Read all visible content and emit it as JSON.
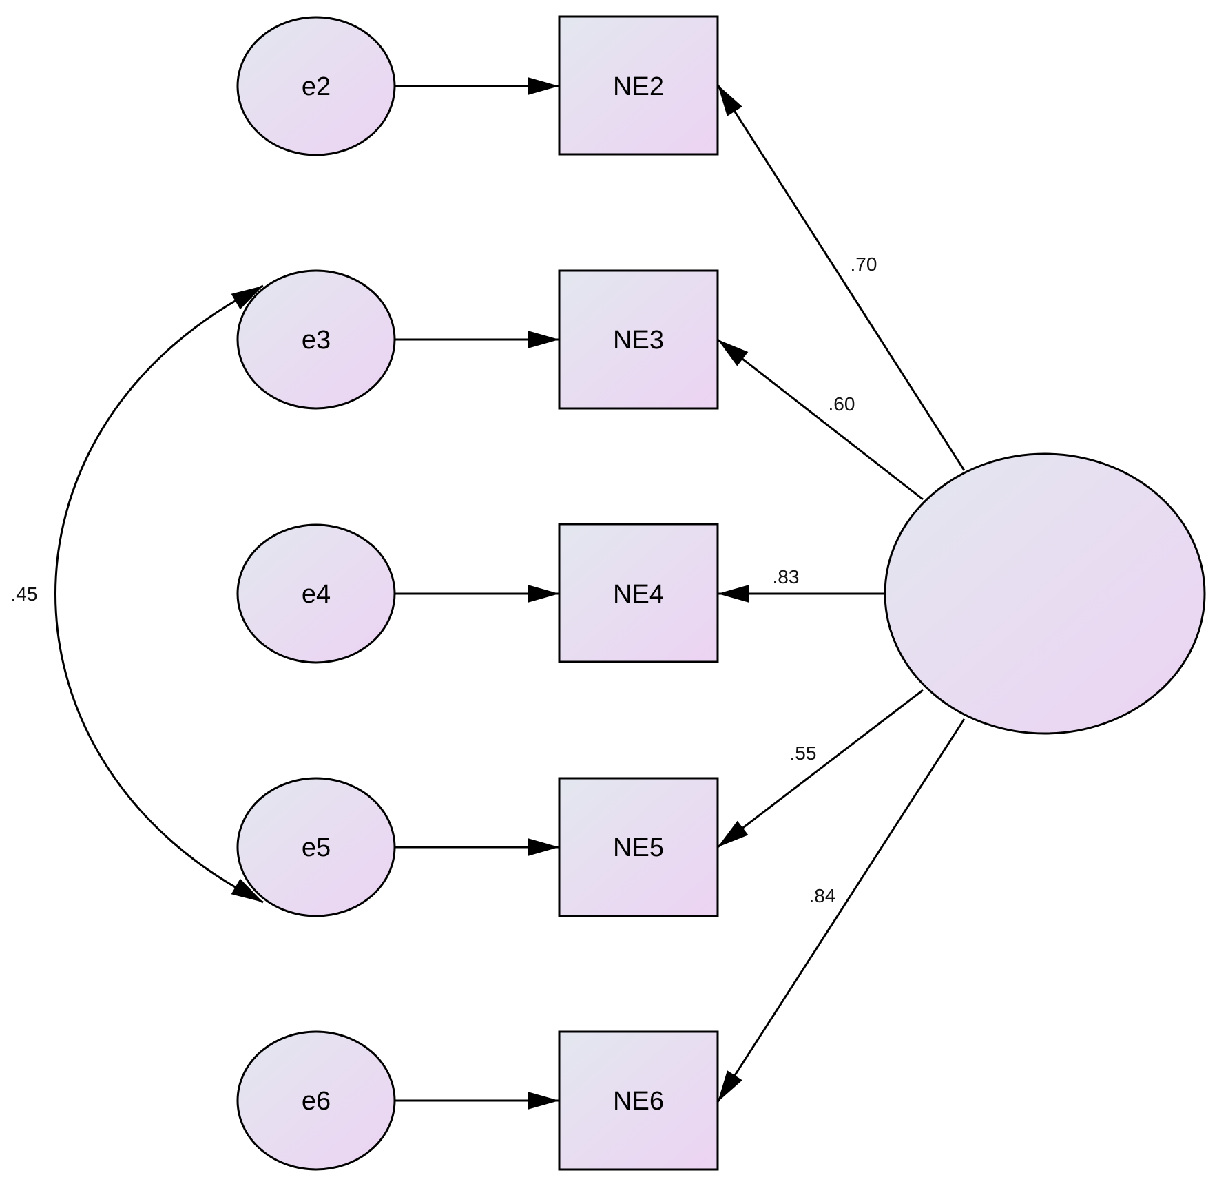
{
  "diagram": {
    "type": "structural-equation-model",
    "colors": {
      "node_fill_start": "#e3e7ef",
      "node_fill_end": "#ecd3f3",
      "stroke": "#000000",
      "background": "#ffffff"
    },
    "latent": {
      "id": "factor",
      "label": ""
    },
    "error_terms": [
      {
        "id": "e2",
        "label": "e2"
      },
      {
        "id": "e3",
        "label": "e3"
      },
      {
        "id": "e4",
        "label": "e4"
      },
      {
        "id": "e5",
        "label": "e5"
      },
      {
        "id": "e6",
        "label": "e6"
      }
    ],
    "indicators": [
      {
        "id": "NE2",
        "label": "NE2",
        "loading": ".70"
      },
      {
        "id": "NE3",
        "label": "NE3",
        "loading": ".60"
      },
      {
        "id": "NE4",
        "label": "NE4",
        "loading": ".83"
      },
      {
        "id": "NE5",
        "label": "NE5",
        "loading": ".55"
      },
      {
        "id": "NE6",
        "label": "NE6",
        "loading": ".84"
      }
    ],
    "covariances": [
      {
        "from": "e3",
        "to": "e5",
        "value": ".45"
      }
    ]
  }
}
